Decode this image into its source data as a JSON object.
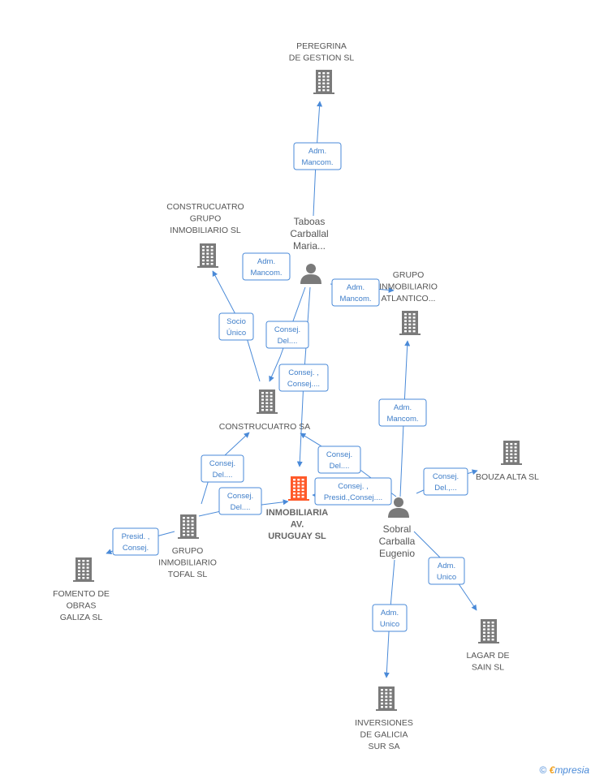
{
  "colors": {
    "building": "#7a7a7a",
    "main_building": "#ff5a2a",
    "edge": "#4a8ad8",
    "text": "#555555",
    "rel_text": "#3f7ec9"
  },
  "nodes": [
    {
      "id": "peregrina",
      "kind": "company",
      "lines": [
        "PEREGRINA",
        "DE GESTION SL"
      ]
    },
    {
      "id": "construcuatro_grupo",
      "kind": "company",
      "lines": [
        "CONSTRUCUATRO",
        "GRUPO",
        "INMOBILIARIO SL"
      ]
    },
    {
      "id": "taboas",
      "kind": "person",
      "lines": [
        "Taboas",
        "Carballal",
        "Maria..."
      ]
    },
    {
      "id": "grupo_atlantico",
      "kind": "company",
      "lines": [
        "GRUPO",
        "INMOBILIARIO",
        "ATLANTICO..."
      ]
    },
    {
      "id": "construcuatro_sa",
      "kind": "company",
      "lines": [
        "CONSTRUCUATRO SA"
      ]
    },
    {
      "id": "bouza",
      "kind": "company",
      "lines": [
        "BOUZA ALTA SL"
      ]
    },
    {
      "id": "main",
      "kind": "main",
      "lines": [
        "INMOBILIARIA",
        "AV.",
        "URUGUAY SL"
      ]
    },
    {
      "id": "sobral",
      "kind": "person",
      "lines": [
        "Sobral",
        "Carballa",
        "Eugenio"
      ]
    },
    {
      "id": "tofal",
      "kind": "company",
      "lines": [
        "GRUPO",
        "INMOBILIARIO",
        "TOFAL  SL"
      ]
    },
    {
      "id": "fomento",
      "kind": "company",
      "lines": [
        "FOMENTO DE",
        "OBRAS",
        "GALIZA SL"
      ]
    },
    {
      "id": "lagar",
      "kind": "company",
      "lines": [
        "LAGAR DE",
        "SAIN SL"
      ]
    },
    {
      "id": "inversiones",
      "kind": "company",
      "lines": [
        "INVERSIONES",
        "DE GALICIA",
        "SUR SA"
      ]
    }
  ],
  "relations": [
    {
      "id": "r_adm_peregrina",
      "lines": [
        "Adm.",
        "Mancom."
      ]
    },
    {
      "id": "r_adm_construcuatro_grupo",
      "lines": [
        "Adm.",
        "Mancom."
      ]
    },
    {
      "id": "r_adm_atlantico_taboas",
      "lines": [
        "Adm.",
        "Mancom."
      ]
    },
    {
      "id": "r_socio_unico",
      "lines": [
        "Socio",
        "Único"
      ]
    },
    {
      "id": "r_consej_del_taboas",
      "lines": [
        "Consej.",
        "Del...."
      ]
    },
    {
      "id": "r_consej_taboas_main",
      "lines": [
        "Consej. ,",
        "Consej...."
      ]
    },
    {
      "id": "r_adm_atlantico_sobral",
      "lines": [
        "Adm.",
        "Mancom."
      ]
    },
    {
      "id": "r_consej_del_sobral_csa",
      "lines": [
        "Consej.",
        "Del...."
      ]
    },
    {
      "id": "r_consej_del_bouza",
      "lines": [
        "Consej.",
        "Del.,..."
      ]
    },
    {
      "id": "r_consej_presid_sobral_main",
      "lines": [
        "Consej. ,",
        "Presid.,Consej...."
      ]
    },
    {
      "id": "r_consej_del_tofal_csa",
      "lines": [
        "Consej.",
        "Del...."
      ]
    },
    {
      "id": "r_consej_del_tofal_main",
      "lines": [
        "Consej.",
        "Del...."
      ]
    },
    {
      "id": "r_presid_consej_fomento",
      "lines": [
        "Presid. ,",
        "Consej."
      ]
    },
    {
      "id": "r_adm_unico_lagar",
      "lines": [
        "Adm.",
        "Unico"
      ]
    },
    {
      "id": "r_adm_unico_inversiones",
      "lines": [
        "Adm.",
        "Unico"
      ]
    }
  ],
  "footer": {
    "copyright": "©",
    "brand_e": "€",
    "brand": "mpresia"
  }
}
